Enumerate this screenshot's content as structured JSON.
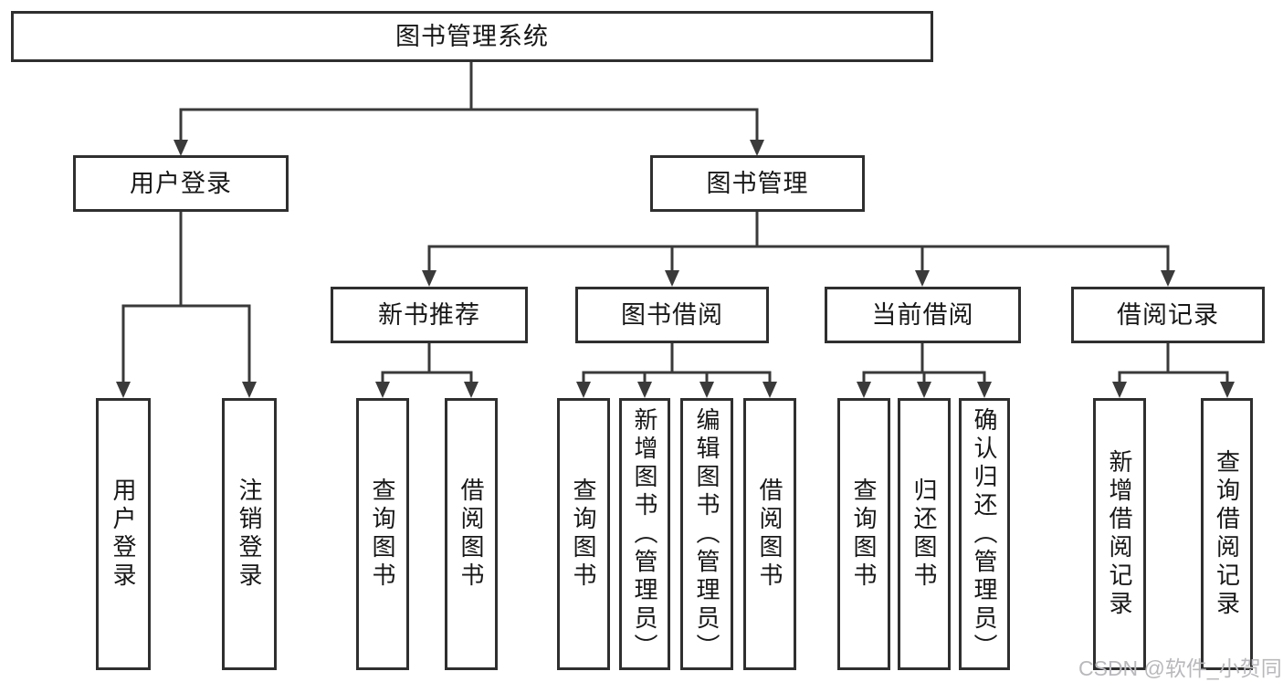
{
  "tree": {
    "root": {
      "label": "图书管理系统",
      "children": [
        {
          "label": "用户登录",
          "children": [
            {
              "label": "用户登录"
            },
            {
              "label": "注销登录"
            }
          ]
        },
        {
          "label": "图书管理",
          "children": [
            {
              "label": "新书推荐",
              "children": [
                {
                  "label": "查询图书"
                },
                {
                  "label": "借阅图书"
                }
              ]
            },
            {
              "label": "图书借阅",
              "children": [
                {
                  "label": "查询图书"
                },
                {
                  "label": "新增图书（管理员）"
                },
                {
                  "label": "编辑图书（管理员）"
                },
                {
                  "label": "借阅图书"
                }
              ]
            },
            {
              "label": "当前借阅",
              "children": [
                {
                  "label": "查询图书"
                },
                {
                  "label": "归还图书"
                },
                {
                  "label": "确认归还（管理员）"
                }
              ]
            },
            {
              "label": "借阅记录",
              "children": [
                {
                  "label": "新增借阅记录"
                },
                {
                  "label": "查询借阅记录"
                }
              ]
            }
          ]
        }
      ]
    }
  },
  "watermark": {
    "text": "CSDN @软件_小贺同学"
  },
  "colors": {
    "line": "#3a3a3a",
    "box_border": "#2f2f2f",
    "text": "#171717",
    "watermark": "#b9b9bd",
    "background": "#ffffff"
  }
}
